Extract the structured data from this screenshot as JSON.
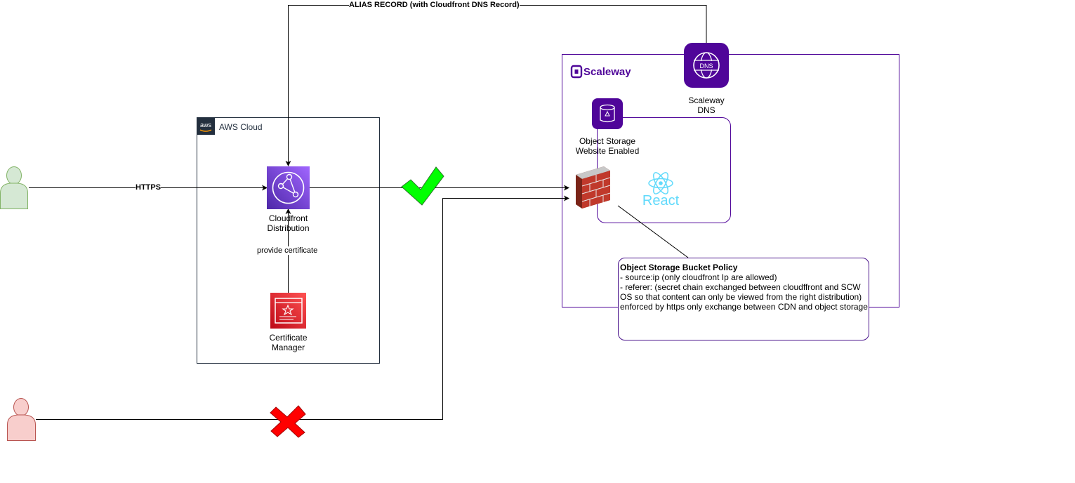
{
  "edges": {
    "alias_record": "ALIAS RECORD (with Cloudfront DNS Record)",
    "https": "HTTPS",
    "provide_certificate": "provide certificate"
  },
  "groups": {
    "aws_cloud": "AWS Cloud",
    "scaleway_logo": "Scaleway"
  },
  "nodes": {
    "cloudfront": {
      "line1": "Cloudfront",
      "line2": "Distribution"
    },
    "certificate_manager": {
      "line1": "Certificate",
      "line2": "Manager"
    },
    "scaleway_dns": {
      "line1": "Scaleway",
      "line2": "DNS",
      "icon_text": "DNS"
    },
    "object_storage": {
      "line1": "Object Storage",
      "line2": "Website Enabled"
    },
    "react": {
      "label": "React"
    }
  },
  "policy": {
    "title": "Object Storage Bucket Policy",
    "line1": "- source:ip (only cloudfront Ip are allowed)",
    "line2": "- referer: (secret chain exchanged between cloudffront and SCW OS so that content can only be viewed from the right distribution)",
    "line3": "enforced by https only exchange between CDN and object storage"
  },
  "colors": {
    "aws_purple": "#8c4fff",
    "aws_red": "#dd344c",
    "scaleway_purple": "#4f0599",
    "check_green": "#00ff00",
    "cross_red": "#ff0000",
    "user_allowed": "#d5e8d4",
    "user_blocked": "#f8cecc",
    "react_blue": "#61dafb"
  }
}
